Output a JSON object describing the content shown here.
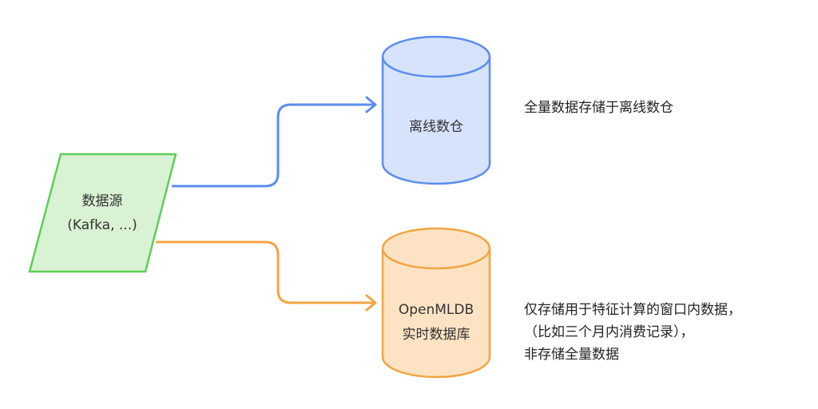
{
  "source": {
    "line1": "数据源",
    "line2": "(Kafka, ...)"
  },
  "offline": {
    "label": "离线数仓",
    "note": "全量数据存储于离线数仓"
  },
  "online": {
    "line1": "OpenMLDB",
    "line2": "实时数据库",
    "note_lines": [
      "仅存储用于特征计算的窗口内数据，",
      "（比如三个月内消费记录），",
      "非存储全量数据"
    ]
  },
  "colors": {
    "source_fill": "#d9f2d3",
    "source_stroke": "#5ccf58",
    "offline_fill": "#d7e3fa",
    "offline_stroke": "#5b8def",
    "online_fill": "#fde3c3",
    "online_stroke": "#f3a441"
  }
}
